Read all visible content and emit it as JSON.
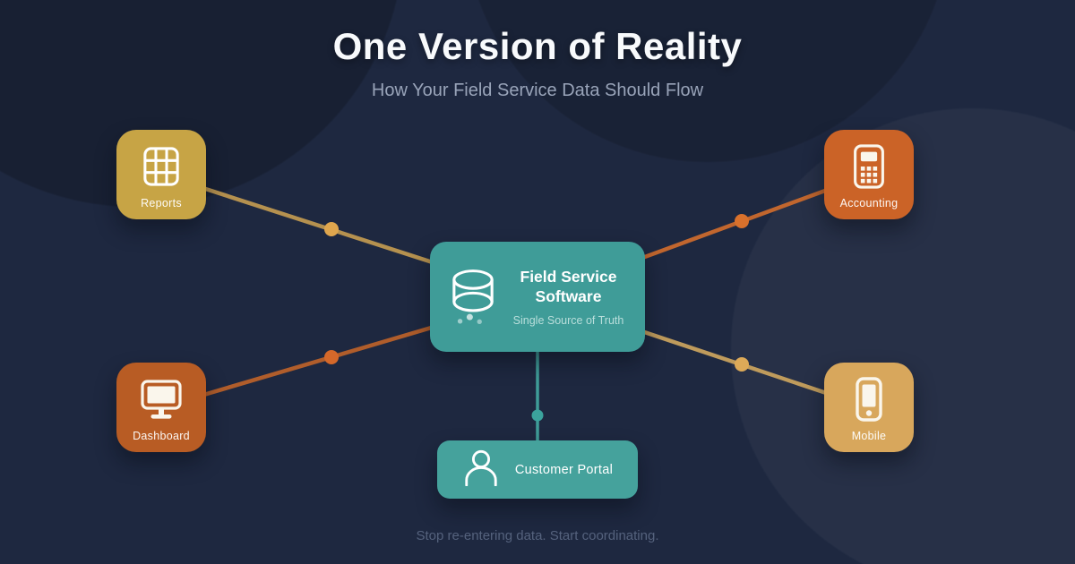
{
  "header": {
    "title": "One Version of Reality",
    "subtitle": "How Your Field Service Data Should Flow"
  },
  "center_node": {
    "title": "Field Service Software",
    "subtitle": "Single Source of Truth",
    "icon": "database-icon",
    "color": "#3f9c98"
  },
  "portal_node": {
    "label": "Customer Portal",
    "icon": "person-icon",
    "color": "#45a29c"
  },
  "satellite_nodes": [
    {
      "label": "Reports",
      "icon": "table-grid-icon",
      "color": "#c7a445",
      "position": "top-left"
    },
    {
      "label": "Accounting",
      "icon": "calculator-icon",
      "color": "#cb6327",
      "position": "top-right"
    },
    {
      "label": "Dashboard",
      "icon": "monitor-icon",
      "color": "#b85c24",
      "position": "bottom-left"
    },
    {
      "label": "Mobile",
      "icon": "smartphone-icon",
      "color": "#d8a75c",
      "position": "bottom-right"
    }
  ],
  "connectors": {
    "reports": {
      "line_color": "#b5914f",
      "dot_color": "#dfa64e"
    },
    "accounting": {
      "line_color": "#c1662e",
      "dot_color": "#d9712c"
    },
    "dashboard": {
      "line_color": "#b05d2b",
      "dot_color": "#d4682a"
    },
    "mobile": {
      "line_color": "#bf9b5c",
      "dot_color": "#ddaa58"
    },
    "portal": {
      "line_color": "#3f9c98",
      "dot_color": "#3ba39d"
    }
  },
  "footer": {
    "tagline": "Stop re-entering data. Start coordinating."
  },
  "colors": {
    "background": "#1e2840",
    "title_text": "#f8fafc",
    "subtitle_text": "#99a4b9",
    "footer_text": "#55627d"
  }
}
